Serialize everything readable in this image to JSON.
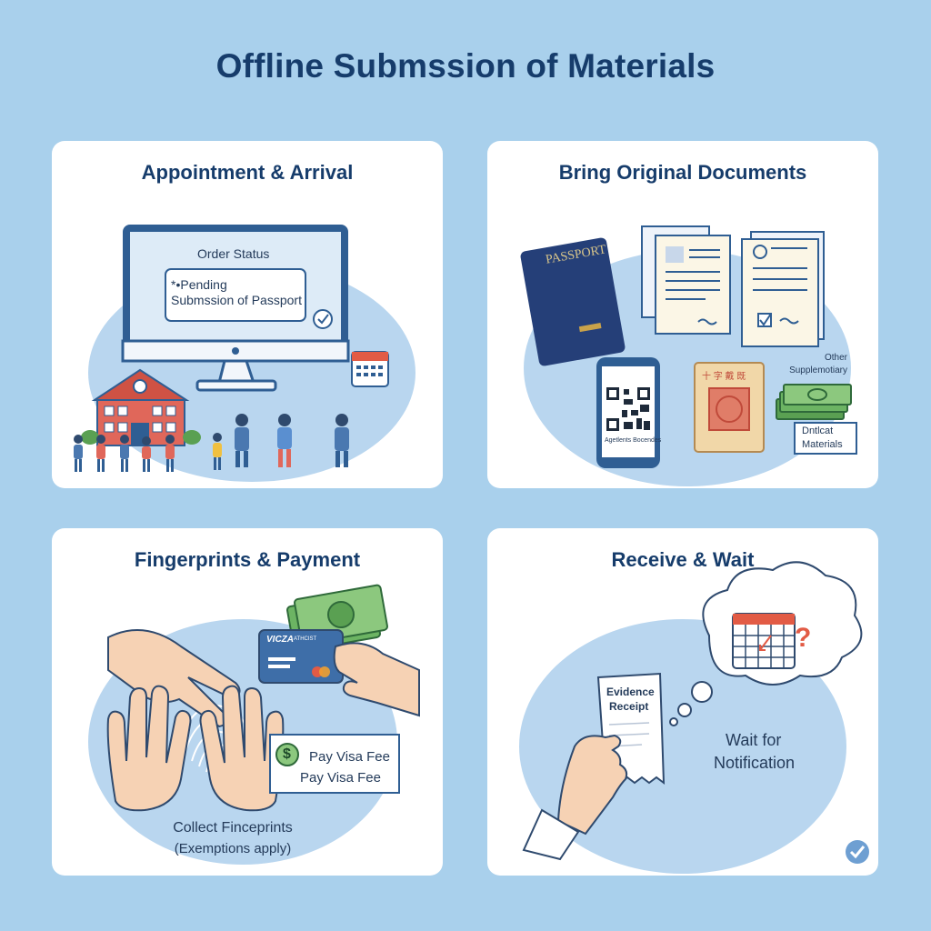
{
  "title": "Offline Submssion of Materials",
  "panels": {
    "appointment": {
      "title": "Appointment & Arrival",
      "screen_heading": "Order Status",
      "status_line1": "*•Pending",
      "status_line2": "Submssion of Passport"
    },
    "documents": {
      "title": "Bring Original Documents",
      "passport_label": "PASSPORT",
      "qr_caption": "Agetlents Bocendes",
      "other_label": "Other Supplemotiary",
      "materials_line1": "Dntlcat",
      "materials_line2": "Materials",
      "card_glyphs": "十 字 戴 既"
    },
    "fingerprints": {
      "title": "Fingerprints & Payment",
      "card_brand": "VICZA",
      "card_text": "ATHCIST",
      "fee_line1": "Pay Visa Fee",
      "fee_line2": "Pay Visa Fee",
      "caption1": "Collect Fincеprints",
      "caption2": "(Exemptions apply)"
    },
    "receive": {
      "title": "Receive & Wait",
      "receipt_line1": "Evidence",
      "receipt_line2": "Receipt",
      "wait_line1": "Wait for",
      "wait_line2": "Notification"
    }
  },
  "colors": {
    "background": "#a9d0ec",
    "panel": "#ffffff",
    "heading": "#163c6b",
    "blob": "#b9d6ef"
  }
}
